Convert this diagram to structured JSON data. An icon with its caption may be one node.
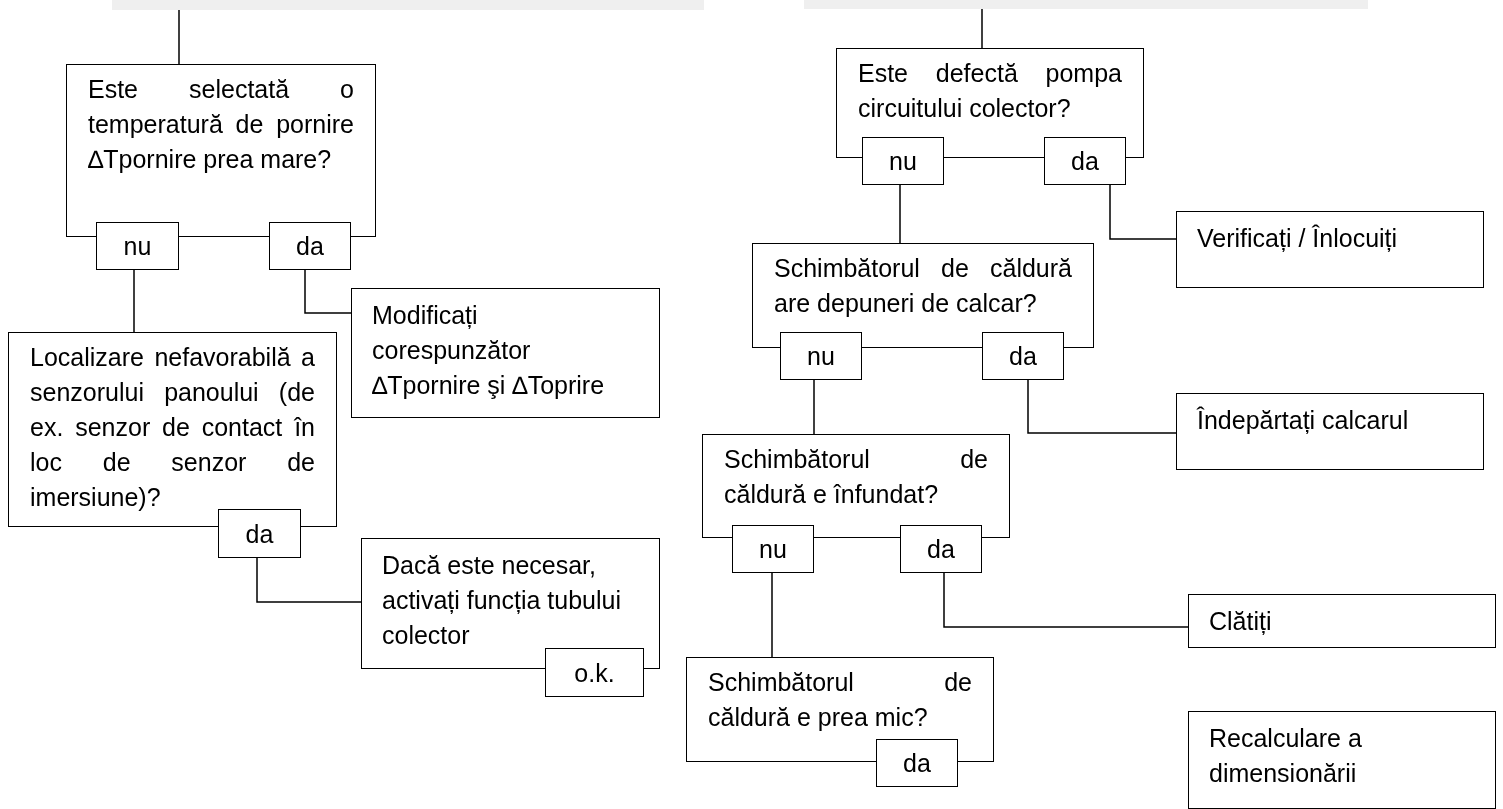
{
  "diagram": {
    "nodes": [
      {
        "text": [],
        "shape": "bar"
      },
      {
        "text": [
          "Este selectată o temperatură de pornire ∆Tpornire prea mare?"
        ]
      },
      {
        "text": [
          "nu"
        ]
      },
      {
        "text": [
          "da"
        ]
      },
      {
        "text": [
          "Modificați corespunzător ∆Tpornire şi ∆Toprire"
        ]
      },
      {
        "text": [
          "Localizare nefavorabilă a senzorului panoului (de ex. senzor de contact în loc de senzor de imersiune)?"
        ]
      },
      {
        "text": [
          "da"
        ]
      },
      {
        "text": [
          "Dacă este necesar, activați funcția tubului colector"
        ]
      },
      {
        "text": [
          "o.k."
        ]
      },
      {
        "text": [],
        "shape": "bar"
      },
      {
        "text": [
          "Este defectă pompa circuitului colector?"
        ]
      },
      {
        "text": [
          "nu"
        ]
      },
      {
        "text": [
          "da"
        ]
      },
      {
        "text": [
          "Verificați / Înlocuiți"
        ]
      },
      {
        "text": [
          "Schimbătorul de căldură are depuneri de calcar?"
        ]
      },
      {
        "text": [
          "nu"
        ]
      },
      {
        "text": [
          "da"
        ]
      },
      {
        "text": [
          "Îndepărtați calcarul"
        ]
      },
      {
        "text": [
          "Schimbătorul de căldură e înfundat?"
        ]
      },
      {
        "text": [
          "nu"
        ]
      },
      {
        "text": [
          "da"
        ]
      },
      {
        "text": [
          "Clătiți"
        ]
      },
      {
        "text": [
          "Schimbătorul de căldură e prea mic?"
        ]
      },
      {
        "text": [
          "da"
        ]
      },
      {
        "text": [
          "Recalculare a dimensionării"
        ]
      }
    ],
    "edges": [
      {
        "from": 0,
        "to": 1,
        "arrow": "none"
      },
      {
        "from": 2,
        "to": 5,
        "arrow": "none"
      },
      {
        "from": 3,
        "to": 4,
        "arrow": "none"
      },
      {
        "from": 6,
        "to": 7,
        "arrow": "none"
      },
      {
        "from": 9,
        "to": 10,
        "arrow": "none"
      },
      {
        "from": 11,
        "to": 14,
        "arrow": "none"
      },
      {
        "from": 12,
        "to": 13,
        "arrow": "none"
      },
      {
        "from": 15,
        "to": 18,
        "arrow": "none"
      },
      {
        "from": 16,
        "to": 17,
        "arrow": "none"
      },
      {
        "from": 19,
        "to": 22,
        "arrow": "none"
      },
      {
        "from": 20,
        "to": 21,
        "arrow": "none"
      }
    ]
  }
}
